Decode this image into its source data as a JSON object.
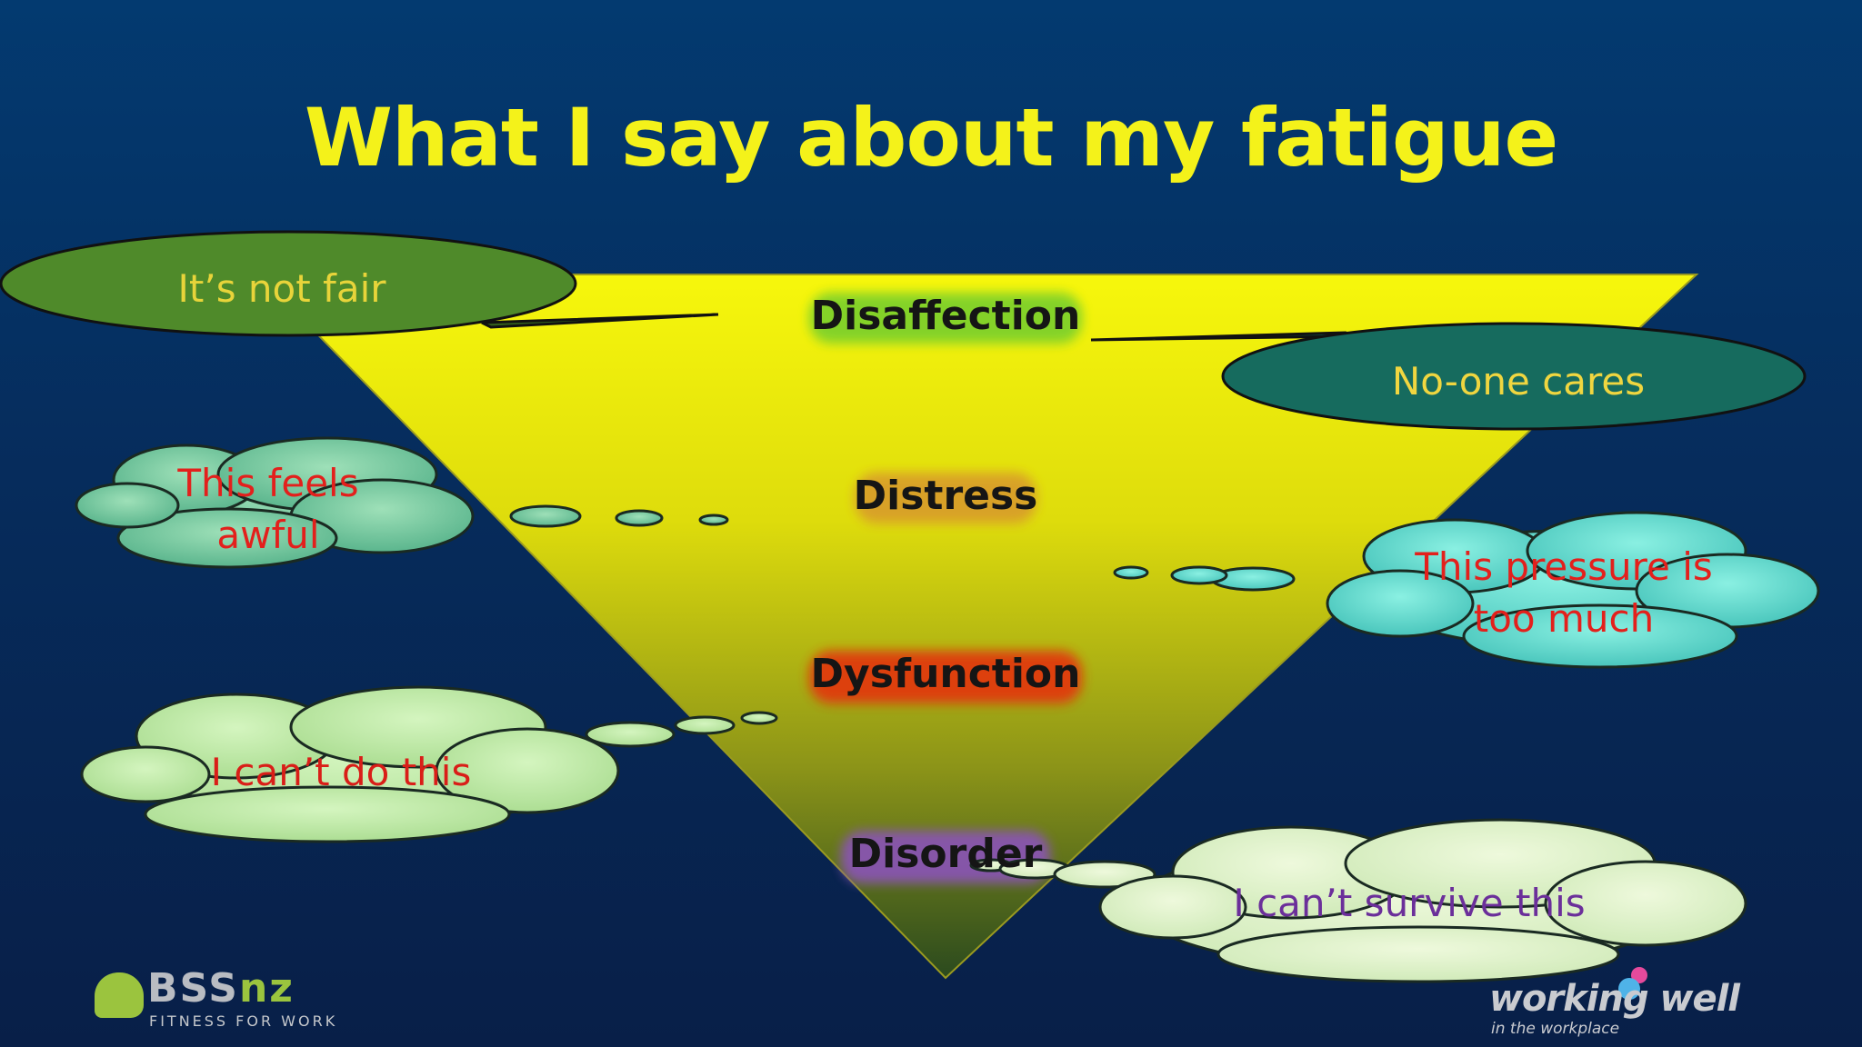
{
  "title": "What I say about my fatigue",
  "stages": [
    {
      "label": "Disaffection",
      "glow": "#7fd12a"
    },
    {
      "label": "Distress",
      "glow": "#d89b2a"
    },
    {
      "label": "Dysfunction",
      "glow": "#e03a10"
    },
    {
      "label": "Disorder",
      "glow": "#8a52b8"
    }
  ],
  "speech_bubbles": [
    {
      "text": "It’s not fair",
      "color": "#e8d43a"
    },
    {
      "text": "No-one cares",
      "color": "#f0d640"
    }
  ],
  "thought_bubbles": [
    {
      "line1": "This feels",
      "line2": "awful",
      "color": "#e3201c"
    },
    {
      "line1": "This pressure is",
      "line2": "too much",
      "color": "#e3201c"
    },
    {
      "line1": "I can’t do this",
      "color": "#d91e18"
    },
    {
      "line1": "I can’t survive this",
      "color": "#6b2f9a"
    }
  ],
  "logos": {
    "left": {
      "brand_main": "BSS",
      "brand_accent": "nz",
      "tagline": "FITNESS FOR WORK"
    },
    "right": {
      "brand": "working well",
      "tagline": "in the workplace"
    }
  },
  "colors": {
    "title": "#f4f21a",
    "triangle_top": "#f6f60c",
    "triangle_bottom": "#2e4a1c",
    "speech_fill_1": "#4f8a2a",
    "speech_fill_2": "#166b5e",
    "thought_fill_1": "#6cc4a0",
    "thought_fill_2": "#56cfc4",
    "thought_fill_3": "#b8e6a2",
    "thought_fill_4": "#d8f0c2"
  }
}
